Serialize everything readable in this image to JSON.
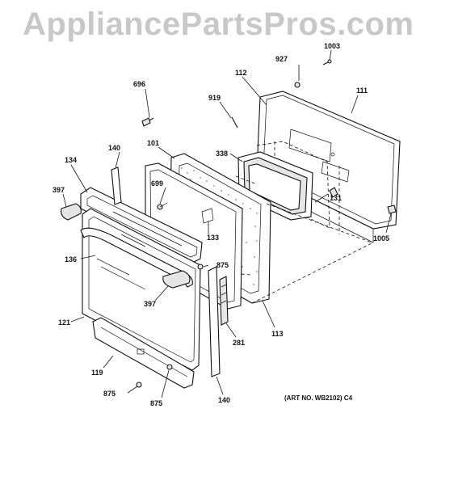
{
  "watermark": "AppliancePartsPros.com",
  "art_number": "(ART NO. WB2102) C4",
  "callouts": {
    "c1003": "1003",
    "c927": "927",
    "c112": "112",
    "c111": "111",
    "c696": "696",
    "c919": "919",
    "c338": "338",
    "c140_top": "140",
    "c101": "101",
    "c134": "134",
    "c699": "699",
    "c131": "131",
    "c397_left": "397",
    "c133": "133",
    "c1005": "1005",
    "c875_right": "875",
    "c136": "136",
    "c397_handle": "397",
    "c121": "121",
    "c113": "113",
    "c281": "281",
    "c119": "119",
    "c875_left": "875",
    "c875_bottom": "875",
    "c140_bottom": "140"
  }
}
